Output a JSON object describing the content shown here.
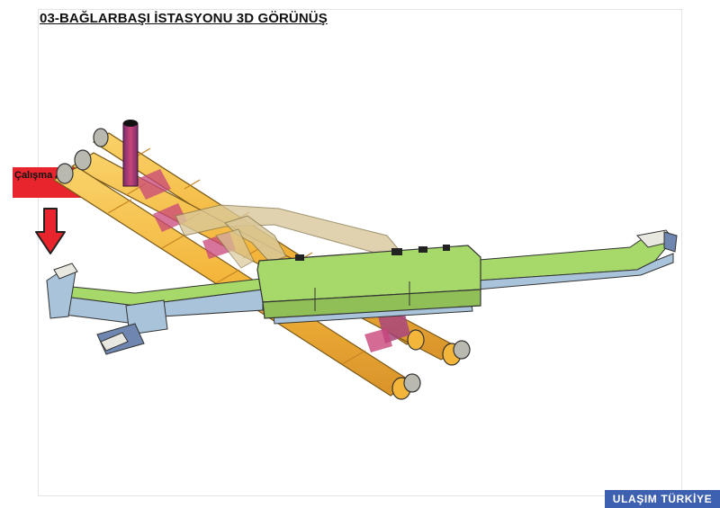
{
  "header": {
    "title": "03-BAĞLARBAŞI İSTASYONU 3D GÖRÜNÜŞ"
  },
  "annotation": {
    "work_area_label": "Çalışma Alanı"
  },
  "footer": {
    "brand_badge": "ULAŞIM TÜRKİYE"
  },
  "colors": {
    "tunnel_yellow": "#f3b53a",
    "tunnel_ring": "#e09a2a",
    "station_green": "#a6d86a",
    "connector_blue": "#a9c4da",
    "passage_tan": "#d9c89a",
    "shaft_purple": "#a8457d",
    "accent_magenta": "#c8467a",
    "label_red": "#e8242c",
    "badge_blue": "#3e60b0"
  },
  "icons": {
    "down_arrow": "red-down-arrow-icon"
  }
}
